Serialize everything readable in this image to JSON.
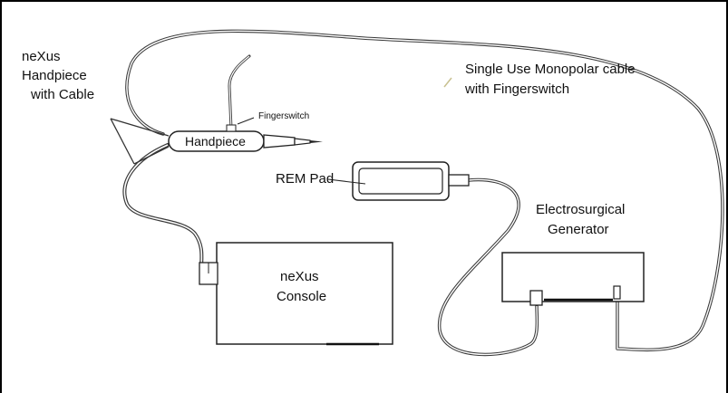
{
  "diagram": {
    "labels": {
      "handpiece_cable_line1": "neXus",
      "handpiece_cable_line2": "Handpiece",
      "handpiece_cable_line3": "with Cable",
      "handpiece": "Handpiece",
      "fingerswitch": "Fingerswitch",
      "monopolar_line1": "Single Use Monopolar cable",
      "monopolar_line2": "with Fingerswitch",
      "rem_pad": "REM Pad",
      "generator_line1": "Electrosurgical",
      "generator_line2": "Generator",
      "console_line1": "neXus",
      "console_line2": "Console"
    }
  }
}
